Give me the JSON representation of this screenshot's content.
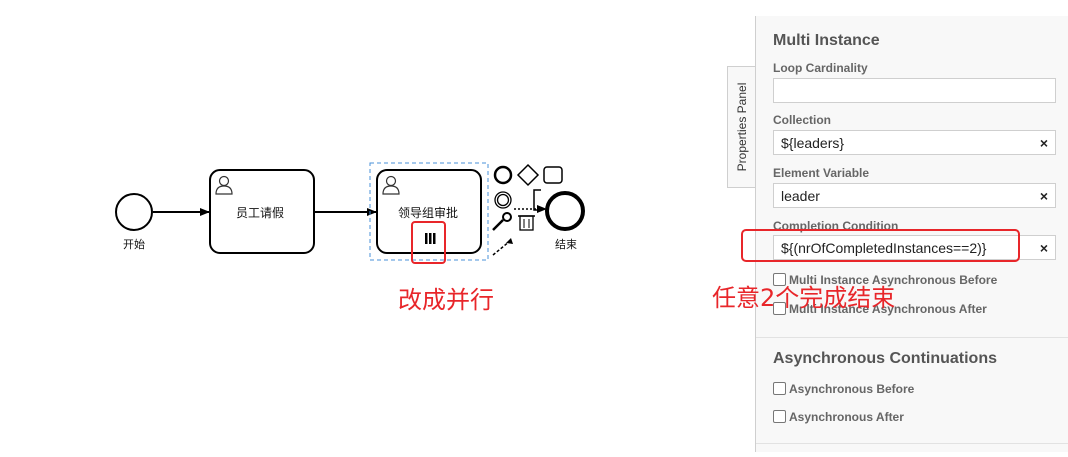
{
  "canvas": {
    "start_event_label": "开始",
    "task1_label": "员工请假",
    "task2_label": "领导组审批",
    "end_event_label": "结束"
  },
  "panel_tab": {
    "label": "Properties Panel"
  },
  "multi_instance": {
    "title": "Multi Instance",
    "loop_cardinality_label": "Loop Cardinality",
    "loop_cardinality_value": "",
    "collection_label": "Collection",
    "collection_value": "${leaders}",
    "element_variable_label": "Element Variable",
    "element_variable_value": "leader",
    "completion_condition_label": "Completion Condition",
    "completion_condition_value": "${(nrOfCompletedInstances==2)}",
    "async_before_label": "Multi Instance Asynchronous Before",
    "async_after_label": "Multi Instance Asynchronous After",
    "clear_symbol": "×"
  },
  "async_continuations": {
    "title": "Asynchronous Continuations",
    "before_label": "Asynchronous Before",
    "after_label": "Asynchronous After"
  },
  "annotations": {
    "parallel_note": "改成并行",
    "completion_note": "任意2个完成结束",
    "color": "#e8262a"
  }
}
